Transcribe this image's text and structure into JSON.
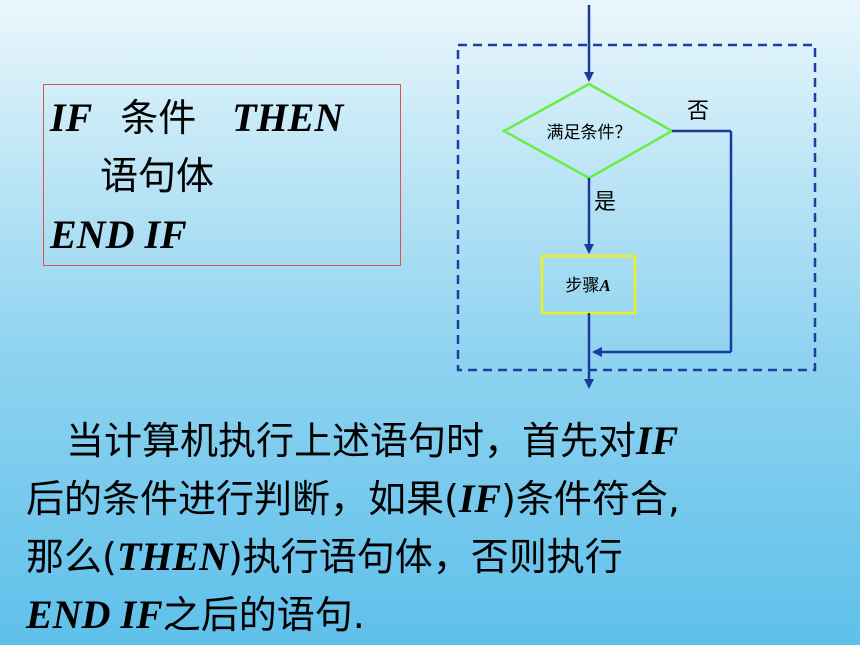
{
  "code": {
    "line1_kw1": "IF",
    "line1_cn": "条件",
    "line1_kw2": "THEN",
    "line2_cn": "语句体",
    "line3_kw": "END IF"
  },
  "flowchart": {
    "decision": "满足条件？",
    "no_label": "否",
    "yes_label": "是",
    "step_cn": "步骤",
    "step_var": "A"
  },
  "paragraph": {
    "l1_cn": "当计算机执行上述语句时，首先对",
    "l1_kw": "IF",
    "l2_cn1": "后的条件进行判断，如果(",
    "l2_kw": "IF",
    "l2_cn2": ")条件符合,",
    "l3_cn1": "那么(",
    "l3_kw": "THEN",
    "l3_cn2": ")执行语句体，否则执行",
    "l4_kw": "END IF",
    "l4_cn": "之后的语句."
  },
  "colors": {
    "diamond": "#66ee44",
    "step_box": "#eeee22",
    "arrow": "#1a3a9c",
    "dashed_border": "#1f3f9f",
    "code_border": "#d9534f"
  }
}
